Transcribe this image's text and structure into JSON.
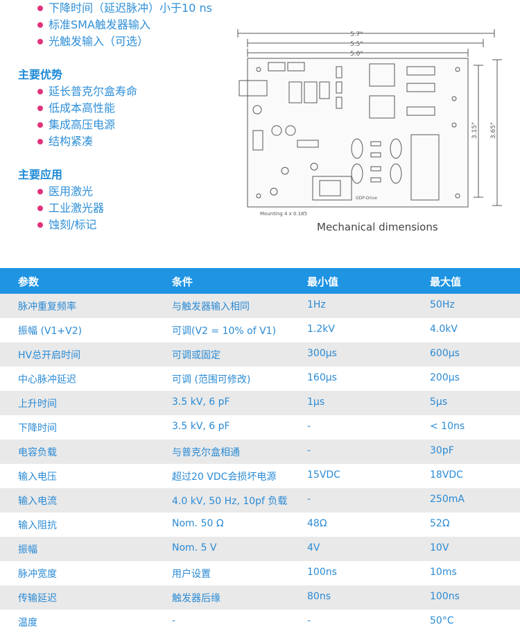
{
  "bullets_top": [
    "下降时间（延迟脉冲）小于10 ns",
    "标准SMA触发器输入",
    "光触发输入（可选）"
  ],
  "advantages": {
    "heading": "主要优势",
    "items": [
      "延长普克尔盒寿命",
      "低成本高性能",
      "集成高压电源",
      "结构紧凑"
    ]
  },
  "applications": {
    "heading": "主要应用",
    "items": [
      "医用激光",
      "工业激光器",
      "蚀刻/标记"
    ]
  },
  "mechanical": {
    "caption": "Mechanical dimensions",
    "dim_5_7": "5.7\"",
    "dim_5_5": "5.5\"",
    "dim_5_0": "5.0\"",
    "dim_3_15": "3.15\"",
    "dim_3_65": "3.65\"",
    "mounting": "Mounting 4 x 0.185",
    "board_label": "GDP-Drive"
  },
  "table": {
    "headers": [
      "参数",
      "条件",
      "最小值",
      "最大值"
    ],
    "rows": [
      [
        "脉冲重复频率",
        "与触发器输入相同",
        "1Hz",
        "50Hz"
      ],
      [
        "振幅 (V1+V2)",
        "可调(V2 = 10% of V1)",
        "1.2kV",
        "4.0kV"
      ],
      [
        "HV总开启时间",
        "可调或固定",
        "300μs",
        "600μs"
      ],
      [
        "中心脉冲延迟",
        "可调 (范围可修改)",
        "160μs",
        "200μs"
      ],
      [
        "上升时间",
        "3.5 kV, 6 pF",
        "1μs",
        "5μs"
      ],
      [
        "下降时间",
        "3.5 kV, 6 pF",
        "-",
        "< 10ns"
      ],
      [
        "电容负载",
        "与普克尔盒相通",
        "-",
        "30pF"
      ],
      [
        "输入电压",
        "超过20 VDC会损坏电源",
        "15VDC",
        "18VDC"
      ],
      [
        "输入电流",
        "4.0 kV, 50 Hz, 10pf 负载",
        "-",
        "250mA"
      ],
      [
        "输入阻抗",
        "Nom. 50 Ω",
        "48Ω",
        "52Ω"
      ],
      [
        "振幅",
        "Nom. 5 V",
        "4V",
        "10V"
      ],
      [
        "脉冲宽度",
        "用户设置",
        "100ns",
        "10ms"
      ],
      [
        "传输延迟",
        "触发器后缘",
        "80ns",
        "100ns"
      ],
      [
        "温度",
        "-",
        "-",
        "50°C"
      ]
    ]
  }
}
